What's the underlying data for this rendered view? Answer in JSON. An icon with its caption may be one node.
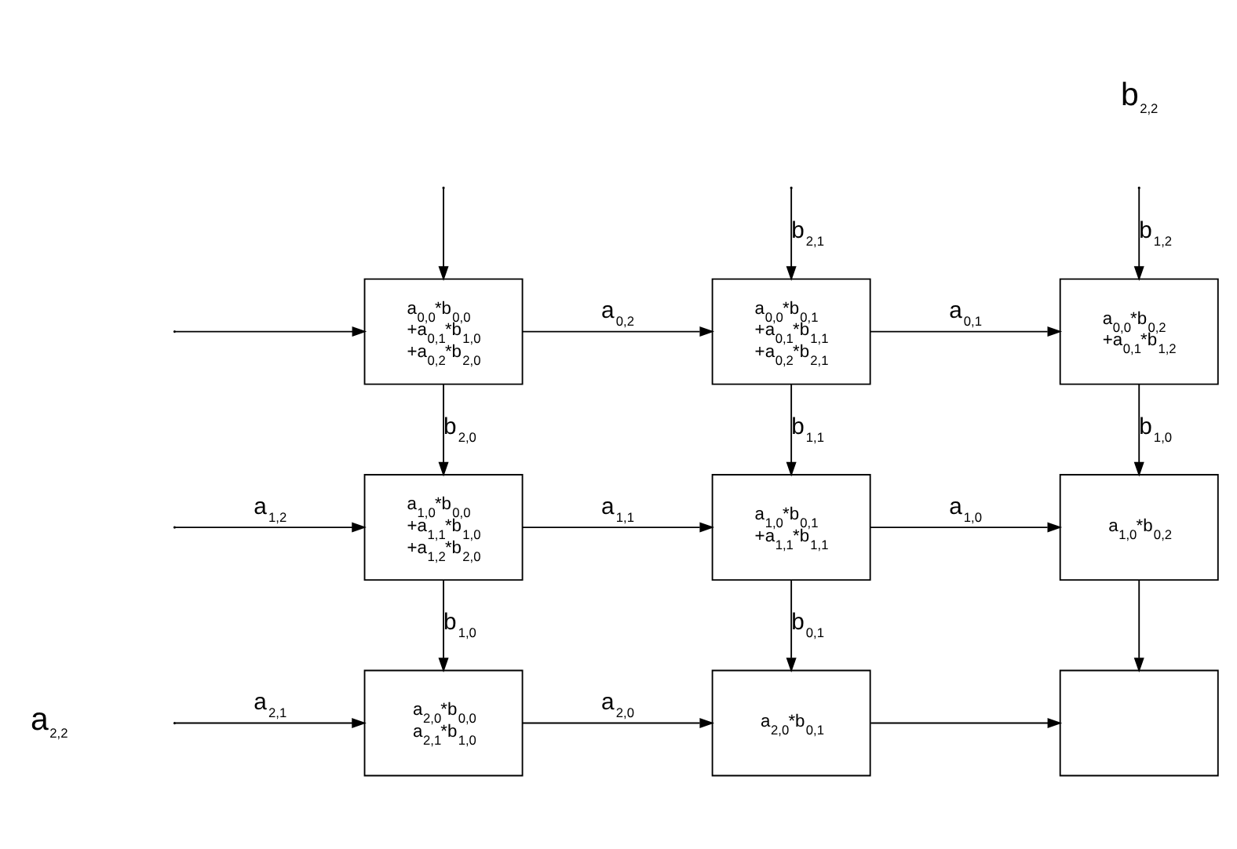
{
  "diagram": {
    "nodes": [
      {
        "text": [
          "a$_{0,0}$*b$_{0,0}$",
          "+a$_{0,1}$*b$_{1,0}$",
          "+a$_{0,2}$*b$_{2,0}$"
        ]
      },
      {
        "text": [
          "a$_{0,0}$*b$_{0,1}$",
          "+a$_{0,1}$*b$_{1,1}$",
          "+a$_{0,2}$*b$_{2,1}$"
        ]
      },
      {
        "text": [
          "a$_{0,0}$*b$_{0,2}$",
          "+a$_{0,1}$*b$_{1,2}$"
        ]
      },
      {
        "text": [
          "a$_{1,0}$*b$_{0,0}$",
          "+a$_{1,1}$*b$_{1,0}$",
          "+a$_{1,2}$*b$_{2,0}$"
        ]
      },
      {
        "text": [
          "a$_{1,0}$*b$_{0,1}$",
          "+a$_{1,1}$*b$_{1,1}$"
        ]
      },
      {
        "text": [
          "a$_{1,0}$*b$_{0,2}$"
        ]
      },
      {
        "text": [
          "a$_{2,0}$*b$_{0,0}$",
          "a$_{2,1}$*b$_{1,0}$"
        ]
      },
      {
        "text": [
          "a$_{2,0}$*b$_{0,1}$"
        ]
      },
      {
        "text": [],
        "shape": "box"
      }
    ],
    "edges": [
      {
        "from": null,
        "to": 0,
        "arrow": "to"
      },
      {
        "from": null,
        "to": 1,
        "arrow": "to",
        "label": "b$_{2,1}$"
      },
      {
        "from": null,
        "to": 2,
        "arrow": "to",
        "label": "b$_{1,2}$"
      },
      {
        "from": null,
        "to": 0,
        "arrow": "to"
      },
      {
        "from": 0,
        "to": 1,
        "arrow": "to",
        "label": "a$_{0,2}$"
      },
      {
        "from": 1,
        "to": 2,
        "arrow": "to",
        "label": "a$_{0,1}$"
      },
      {
        "from": 0,
        "to": 3,
        "arrow": "to",
        "label": "b$_{2,0}$"
      },
      {
        "from": 1,
        "to": 4,
        "arrow": "to",
        "label": "b$_{1,1}$"
      },
      {
        "from": 2,
        "to": 5,
        "arrow": "to",
        "label": "b$_{1,0}$"
      },
      {
        "from": null,
        "to": 3,
        "arrow": "to",
        "label": "a$_{1,2}$"
      },
      {
        "from": 3,
        "to": 4,
        "arrow": "to",
        "label": "a$_{1,1}$"
      },
      {
        "from": 4,
        "to": 5,
        "arrow": "to",
        "label": "a$_{1,0}$"
      },
      {
        "from": 3,
        "to": 6,
        "arrow": "to",
        "label": "b$_{1,0}$"
      },
      {
        "from": 4,
        "to": 7,
        "arrow": "to",
        "label": "b$_{0,1}$"
      },
      {
        "from": 5,
        "to": 8,
        "arrow": "to"
      },
      {
        "from": null,
        "to": 6,
        "arrow": "to",
        "label": "a$_{2,1}$"
      },
      {
        "from": 6,
        "to": 7,
        "arrow": "to",
        "label": "a$_{2,0}$"
      },
      {
        "from": 7,
        "to": 8,
        "arrow": "to"
      }
    ],
    "labels": [
      "b$_{2,2}$",
      "a$_{2,2}$"
    ]
  }
}
